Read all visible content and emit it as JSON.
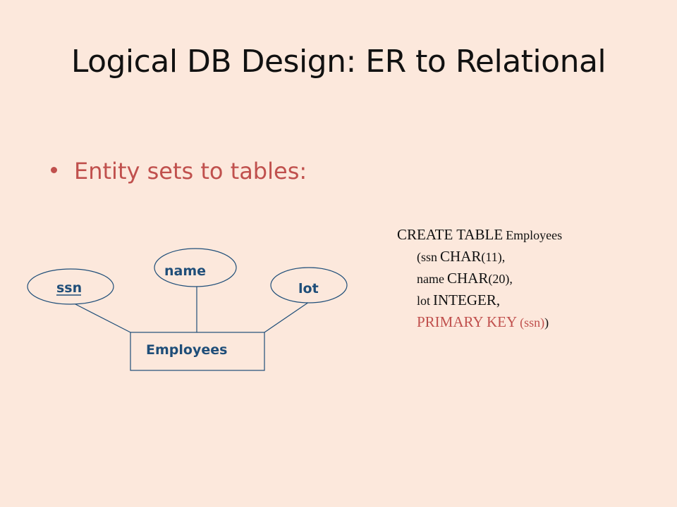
{
  "slide": {
    "title": "Logical DB Design: ER to Relational",
    "bullet": "Entity sets to tables:"
  },
  "diagram": {
    "entity": "Employees",
    "attributes": [
      {
        "label": "ssn",
        "key": true
      },
      {
        "label": "name",
        "key": false
      },
      {
        "label": "lot",
        "key": false
      }
    ]
  },
  "sql": {
    "line1_kw": "CREATE TABLE",
    "line1_id": "Employees",
    "line2_open": "(ssn",
    "line2_type": "CHAR",
    "line2_size": "(11),",
    "line3_col": "name",
    "line3_type": "CHAR",
    "line3_size": "(20),",
    "line4_col": "lot",
    "line4_type": "INTEGER,",
    "line5_kw": "PRIMARY KEY",
    "line5_col": "(ssn)",
    "line5_close": ")"
  },
  "colors": {
    "background": "#fce8dc",
    "accent": "#c0504d",
    "diagram_stroke": "#1f4e79",
    "diagram_text": "#1f4e79"
  }
}
